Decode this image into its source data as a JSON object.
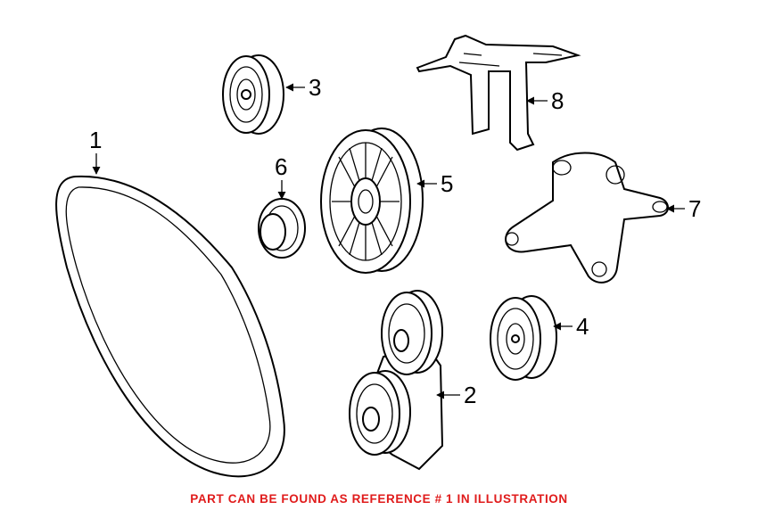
{
  "callouts": [
    {
      "label": "1",
      "part": "belt"
    },
    {
      "label": "2",
      "part": "tensioner"
    },
    {
      "label": "3",
      "part": "small pulley"
    },
    {
      "label": "4",
      "part": "idler pulley"
    },
    {
      "label": "5",
      "part": "large pulley"
    },
    {
      "label": "6",
      "part": "cap"
    },
    {
      "label": "7",
      "part": "mounting bracket"
    },
    {
      "label": "8",
      "part": "support bracket"
    }
  ],
  "caption": "PART CAN BE FOUND AS REFERENCE # 1 IN ILLUSTRATION",
  "colors": {
    "caption": "#e01b1b",
    "line": "#000000",
    "background": "#ffffff"
  }
}
